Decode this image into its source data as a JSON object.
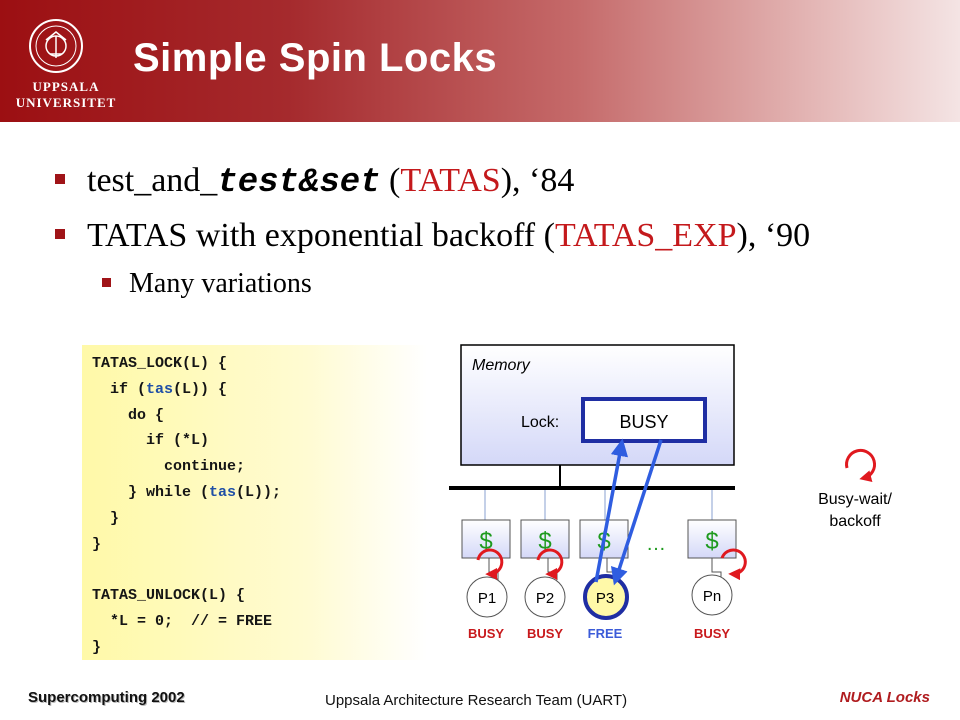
{
  "logo": {
    "line1": "UPPSALA",
    "line2": "UNIVERSITET"
  },
  "title": "Simple Spin Locks",
  "bullets": {
    "b1_pre": "test_and_",
    "b1_code": "test&set",
    "b1_open": " (",
    "b1_red": "TATAS",
    "b1_close": "), ‘84",
    "b2_pre": "TATAS with exponential backoff (",
    "b2_red": "TATAS_EXP",
    "b2_close": "), ‘90",
    "b3": "Many variations"
  },
  "code_lines": [
    "TATAS_LOCK(L) {",
    "  if (tas(L)) {",
    "    do {",
    "      if (*L)",
    "        continue;",
    "    } while (tas(L));",
    "  }",
    "}",
    "",
    "TATAS_UNLOCK(L) {",
    "  *L = 0;  // = FREE",
    "}"
  ],
  "diagram": {
    "memory_label": "Memory",
    "lock_label": "Lock:",
    "lock_value": "BUSY",
    "cache_symbol": "$",
    "ellipsis": "…",
    "processors": [
      {
        "name": "P1",
        "state": "BUSY"
      },
      {
        "name": "P2",
        "state": "BUSY"
      },
      {
        "name": "P3",
        "state": "FREE"
      },
      {
        "name": "Pn",
        "state": "BUSY"
      }
    ],
    "legend_line1": "Busy-wait/",
    "legend_line2": "backoff"
  },
  "footer": {
    "left": "Supercomputing 2002",
    "middle": "Uppsala Architecture Research Team (UART)",
    "right": "NUCA Locks"
  },
  "colors": {
    "header": "#9c0f12",
    "accent_red": "#c4191c",
    "cache_green": "#1e9a1e",
    "arrow_blue": "#2f5de0",
    "circle_red": "#e0191f",
    "busy_red": "#c8191c",
    "free_blue": "#3b5bd8"
  }
}
